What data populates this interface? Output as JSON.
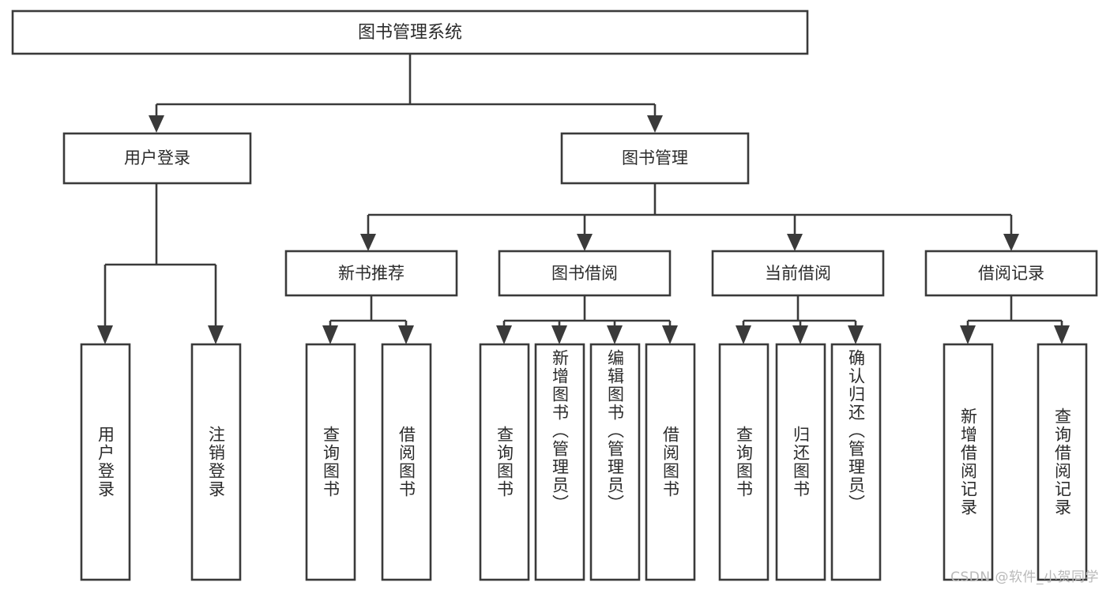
{
  "diagram": {
    "kind": "functional-structure-tree",
    "root": {
      "id": "root",
      "label": "图书管理系统"
    },
    "level2": [
      {
        "id": "user-login",
        "label": "用户登录"
      },
      {
        "id": "book-manage",
        "label": "图书管理"
      }
    ],
    "level3": [
      {
        "id": "new-book-recommend",
        "label": "新书推荐",
        "parent": "book-manage"
      },
      {
        "id": "book-borrow",
        "label": "图书借阅",
        "parent": "book-manage"
      },
      {
        "id": "current-borrow",
        "label": "当前借阅",
        "parent": "book-manage"
      },
      {
        "id": "borrow-record",
        "label": "借阅记录",
        "parent": "book-manage"
      }
    ],
    "leaves": [
      {
        "id": "leaf-user-login",
        "label": "用户登录",
        "parent": "user-login"
      },
      {
        "id": "leaf-logout",
        "label": "注销登录",
        "parent": "user-login"
      },
      {
        "id": "leaf-query-book-1",
        "label": "查询图书",
        "parent": "new-book-recommend"
      },
      {
        "id": "leaf-borrow-book-1",
        "label": "借阅图书",
        "parent": "new-book-recommend"
      },
      {
        "id": "leaf-query-book-2",
        "label": "查询图书",
        "parent": "book-borrow"
      },
      {
        "id": "leaf-add-book",
        "label": "新增图书（管理员）",
        "parent": "book-borrow"
      },
      {
        "id": "leaf-edit-book",
        "label": "编辑图书（管理员）",
        "parent": "book-borrow"
      },
      {
        "id": "leaf-borrow-book-2",
        "label": "借阅图书",
        "parent": "book-borrow"
      },
      {
        "id": "leaf-query-book-3",
        "label": "查询图书",
        "parent": "current-borrow"
      },
      {
        "id": "leaf-return-book",
        "label": "归还图书",
        "parent": "current-borrow"
      },
      {
        "id": "leaf-confirm-return",
        "label": "确认归还（管理员）",
        "parent": "current-borrow"
      },
      {
        "id": "leaf-add-record",
        "label": "新增借阅记录",
        "parent": "borrow-record"
      },
      {
        "id": "leaf-query-record",
        "label": "查询借阅记录",
        "parent": "borrow-record"
      }
    ],
    "colors": {
      "stroke": "#3a3a3a",
      "fill": "#ffffff",
      "text": "#2b2b2b",
      "background": "#ffffff",
      "watermark": "#b9b9b9"
    }
  },
  "watermark": {
    "text": "CSDN @软件_小贺同学"
  }
}
